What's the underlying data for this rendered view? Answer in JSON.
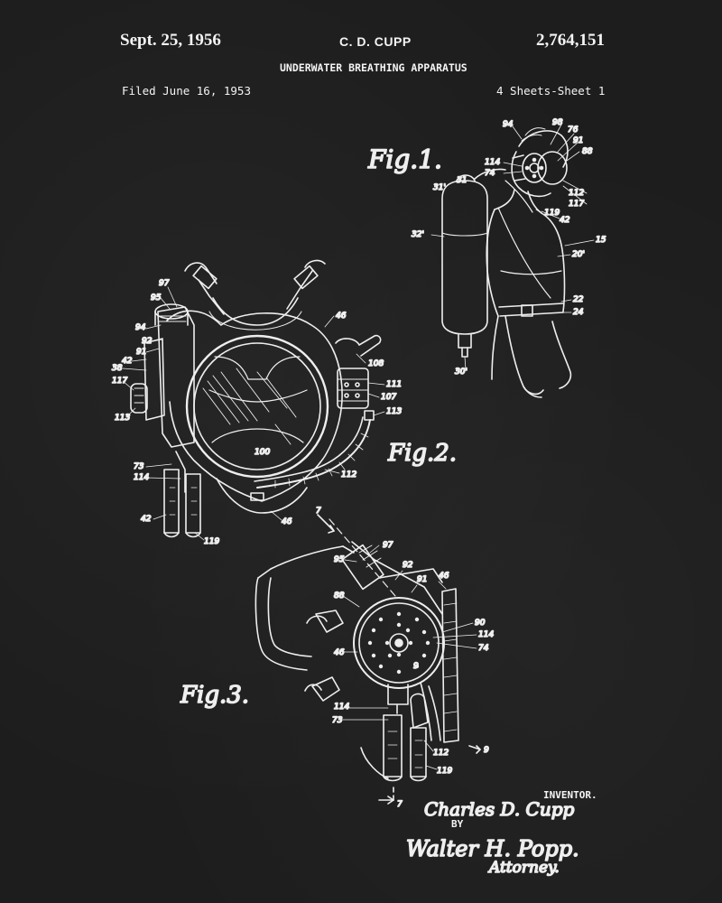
{
  "header": {
    "date": "Sept. 25, 1956",
    "inventor_short": "C. D. CUPP",
    "patent_number": "2,764,151",
    "title": "UNDERWATER BREATHING APPARATUS",
    "filed": "Filed June 16, 1953",
    "sheets": "4 Sheets-Sheet 1"
  },
  "figures": {
    "fig1": "Fig.1.",
    "fig2": "Fig.2.",
    "fig3": "Fig.3."
  },
  "fig1_labels": [
    "94",
    "98",
    "76",
    "91",
    "88",
    "114",
    "74",
    "31",
    "31'",
    "112",
    "117",
    "119",
    "42",
    "32'",
    "15",
    "20'",
    "22",
    "24",
    "30'"
  ],
  "fig2_labels": [
    "97",
    "95",
    "94",
    "92",
    "91",
    "38",
    "42",
    "117",
    "113",
    "46",
    "108",
    "111",
    "107",
    "113",
    "100",
    "73",
    "114",
    "112",
    "42",
    "119",
    "46"
  ],
  "fig3_labels": [
    "7",
    "97",
    "95",
    "92",
    "91",
    "46",
    "88",
    "90",
    "114",
    "74",
    "46",
    "9",
    "114",
    "73",
    "112",
    "119",
    "9",
    "7"
  ],
  "signature": {
    "inventor_label": "INVENTOR.",
    "inventor_name": "Charles D. Cupp",
    "by": "BY",
    "attorney_name": "Walter H. Popp.",
    "attorney_label": "Attorney."
  },
  "colors": {
    "background": "#1d1d1d",
    "ink": "#f0f0f0"
  }
}
